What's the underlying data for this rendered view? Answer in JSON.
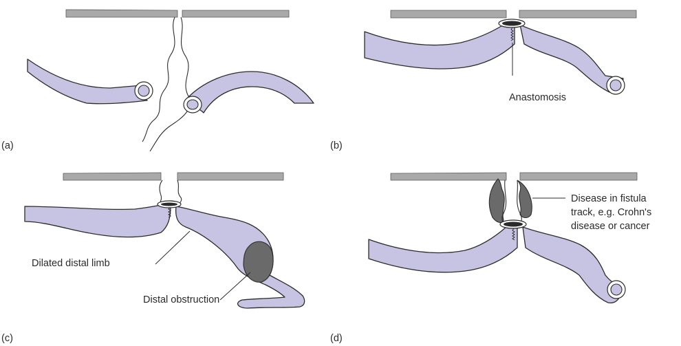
{
  "panels": {
    "a": {
      "label": "(a)"
    },
    "b": {
      "label": "(b)",
      "annotation": "Anastomosis"
    },
    "c": {
      "label": "(c)",
      "annotation_limb": "Dilated distal limb",
      "annotation_obstruction": "Distal obstruction"
    },
    "d": {
      "label": "(d)",
      "annotation_lines": [
        "Disease in fistula",
        "track, e.g. Crohn's",
        "disease or cancer"
      ]
    }
  },
  "colors": {
    "bowel_fill": "#c7c3e2",
    "abdominal_wall": "#a9a9a9",
    "diseased_tissue": "#6a6a6a",
    "outline": "#2b2b2b"
  }
}
